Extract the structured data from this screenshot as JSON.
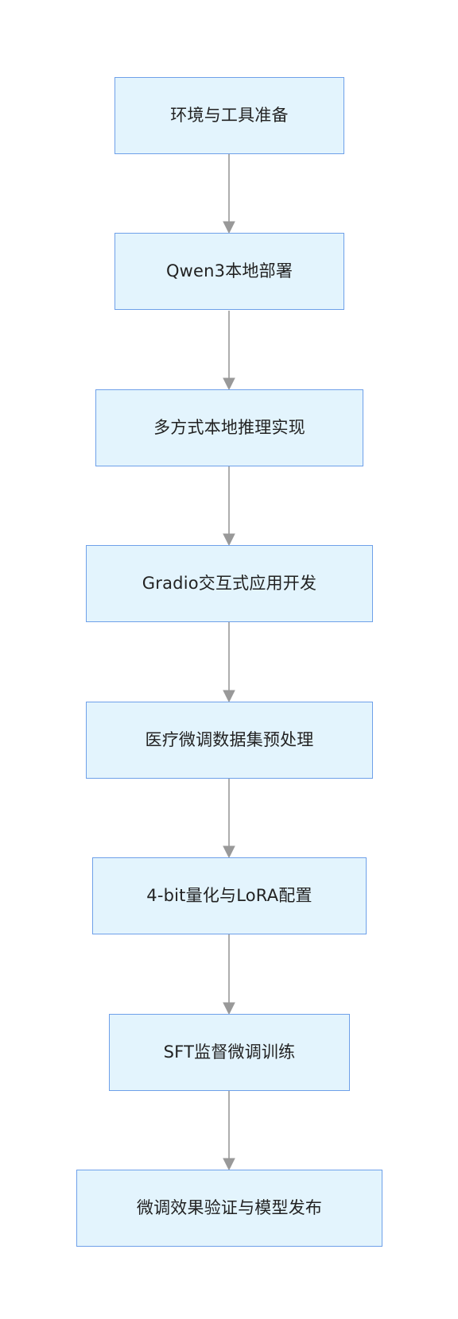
{
  "diagram": {
    "type": "flowchart",
    "direction": "top-to-bottom",
    "colors": {
      "node_fill": "#e3f4fd",
      "node_border": "#6ea0e9",
      "edge": "#999999",
      "text": "#222222"
    },
    "steps": [
      {
        "label": "环境与工具准备"
      },
      {
        "label": "Qwen3本地部署"
      },
      {
        "label": "多方式本地推理实现"
      },
      {
        "label": "Gradio交互式应用开发"
      },
      {
        "label": "医疗微调数据集预处理"
      },
      {
        "label": "4-bit量化与LoRA配置"
      },
      {
        "label": "SFT监督微调训练"
      },
      {
        "label": "微调效果验证与模型发布"
      }
    ]
  }
}
